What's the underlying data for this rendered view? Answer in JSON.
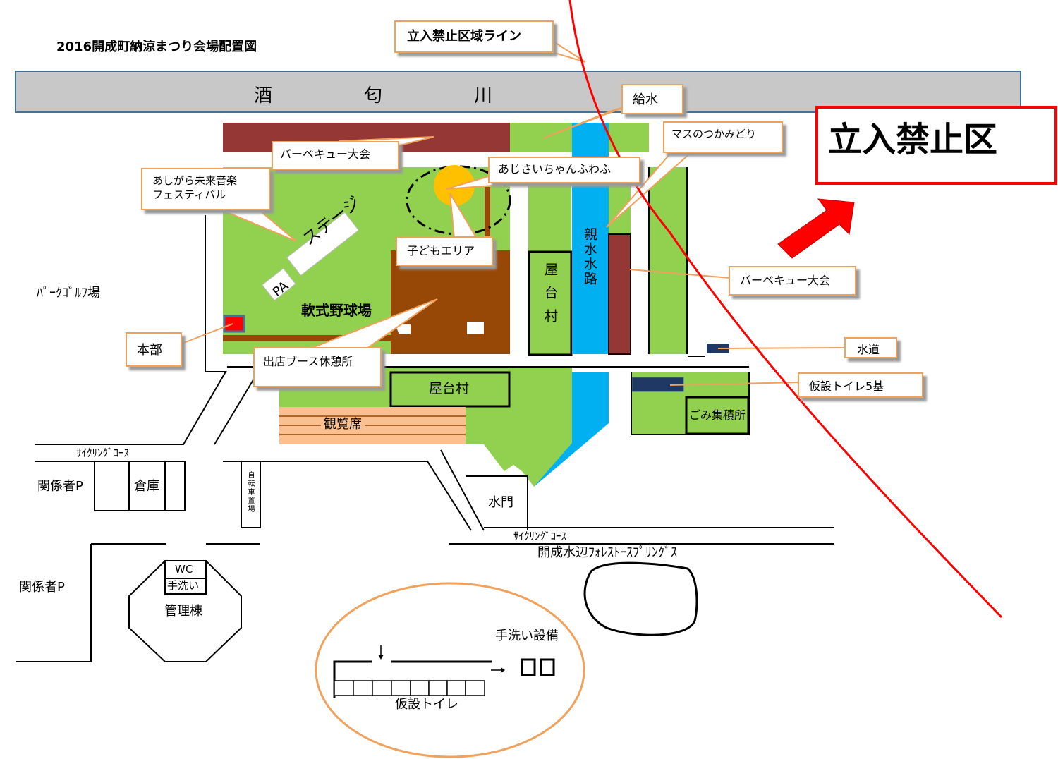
{
  "title": "2016開成町納涼まつり会場配置図",
  "river": {
    "label": "酒　　　　　匂　　　　　川",
    "color": "#c8c8c8"
  },
  "restricted": {
    "line_label": "立入禁止区域ライン",
    "zone_label": "立入禁止区",
    "line_color": "#ff0000"
  },
  "callouts": {
    "water_supply": "給水",
    "bbq_top": "バーベキュー大会",
    "ajisai": "あじさいちゃんふわふ",
    "trout": "マスのつかみどり",
    "music_fest_line1": "あしがら未来音楽",
    "music_fest_line2": "フェスティバル",
    "kids_area": "子どもエリア",
    "bbq_right": "バーベキュー大会",
    "water_tap": "水道",
    "honbu": "本部",
    "booth_rest": "出店ブース休憩所",
    "toilets5": "仮設トイレ5基"
  },
  "areas": {
    "stage": "ステージ",
    "pa": "PA",
    "baseball": "軟式野球場",
    "yatai_vertical": "屋台村",
    "waterway": "親水水路",
    "yatai_bottom": "屋台村",
    "spectator": "観覧席",
    "garbage": "ごみ集積所",
    "park_golf": "ﾊﾟｰｸｺﾞﾙﾌ場",
    "cycling1": "ｻｲｸﾘﾝｸﾞｺｰｽ",
    "cycling2": "ｻｲｸﾘﾝｸﾞｺｰｽ",
    "staff_p1": "関係者P",
    "warehouse": "倉庫",
    "bicycle": "自転車置場",
    "water_gate": "水門",
    "forest_springs": "開成水辺ﾌｫﾚｽﾄｰｽﾌﾟﾘﾝｸﾞｽ",
    "staff_p2": "関係者P",
    "wc": "WC",
    "handwash": "手洗い",
    "admin": "管理棟"
  },
  "legend": {
    "handwash_equipment": "手洗い設備",
    "temp_toilet": "仮設トイレ"
  },
  "colors": {
    "grass": "#92d050",
    "water": "#00b0f0",
    "maroon": "#953735",
    "brown": "#974706",
    "orange_outline": "#f0a15c",
    "seat": "#fac090",
    "navy": "#1f3864",
    "yellow": "#ffc000"
  }
}
